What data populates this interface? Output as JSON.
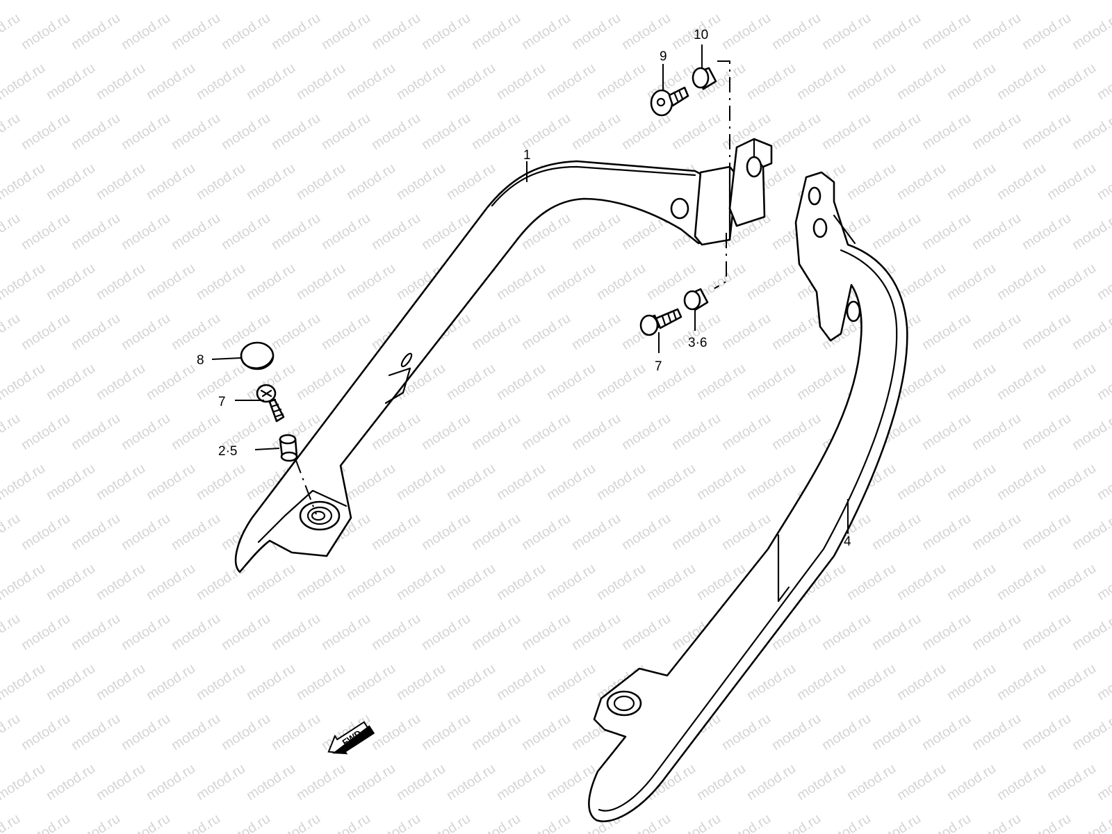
{
  "watermark": {
    "text": "motod.ru",
    "color": "#d4d4d4"
  },
  "callouts": {
    "grab_rail_left": "1",
    "grab_rail_right": "4",
    "screw_top": "9",
    "spacer_top": "10",
    "bolt_right": "7",
    "spacer_right": "3·6",
    "cap": "8",
    "bolt_left": "7",
    "spacer_left": "2·5"
  },
  "fwd_label": "FWD",
  "icons": {
    "direction": "fwd-arrow-icon"
  }
}
